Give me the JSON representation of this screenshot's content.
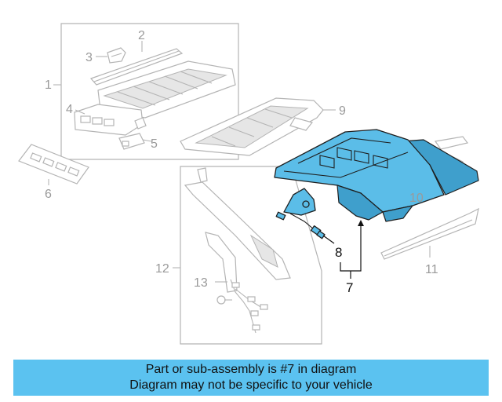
{
  "diagram": {
    "callouts": [
      "1",
      "2",
      "3",
      "4",
      "5",
      "6",
      "7",
      "8",
      "9",
      "10",
      "11",
      "12",
      "13"
    ],
    "highlight_color": "#5bbde8",
    "highlighted_parts": [
      "7",
      "8"
    ]
  },
  "banner": {
    "line1": "Part or sub-assembly is #7 in diagram",
    "line2": "Diagram may not be specific to your vehicle",
    "background": "#5bc2f0"
  }
}
